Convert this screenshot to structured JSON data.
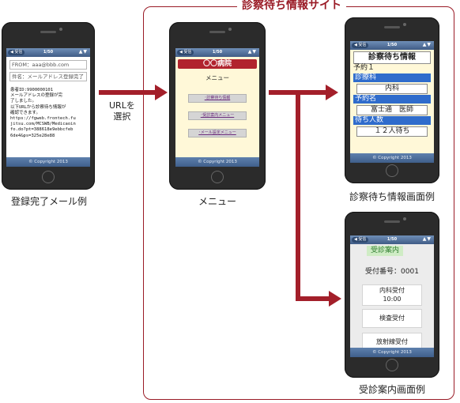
{
  "site": {
    "title": "診察待ち情報サイト"
  },
  "arrow_label": [
    "URLを",
    "選択"
  ],
  "common": {
    "back": "◀ 受信",
    "page": "1/50",
    "nav": "▲▼",
    "footer": "© Copyright 2013"
  },
  "mail": {
    "from": "FROM：aaa@bbb.com",
    "subject": "件名：メールアドレス登録完了",
    "body": "患者ID:9900000101\nメールアドレスの登録が完\n了しました。\n以下URLから診察待ち情報が\n確認できます。\nhttps://fgweb.frontech.fu\njitsu.com/MCSWB/Medicaoin\nfo.do?pt=388618e9ebbcfeb\n6de4&ps=325e28e88",
    "caption": "登録完了メール例"
  },
  "menu": {
    "hospital": "〇〇病院",
    "heading": "メニュー",
    "items": [
      "･診察待ち情報",
      "･受診案内メニュー",
      "･メール設定メニュー"
    ],
    "caption": "メニュー"
  },
  "wait": {
    "title": "診察待ち情報",
    "reservation": "予約１",
    "dept_label": "診療科",
    "dept_value": "内科",
    "doctor_label": "予約名",
    "doctor_value": "富士通　医師",
    "count_label": "待ち人数",
    "count_value": "１２人待ち",
    "caption": "診察待ち情報画面例"
  },
  "reception": {
    "tag": "受診案内",
    "number": "受付番号：0001",
    "box1_line1": "内科受付",
    "box1_line2": "10:00",
    "box2": "検査受付",
    "box3": "放射線受付",
    "caption": "受診案内画面例"
  },
  "colors": {
    "accent": "#9a1b26",
    "arrow": "#a31f2a",
    "section_blue": "#2f6ccc",
    "screen_bar": "#4e6e99"
  }
}
